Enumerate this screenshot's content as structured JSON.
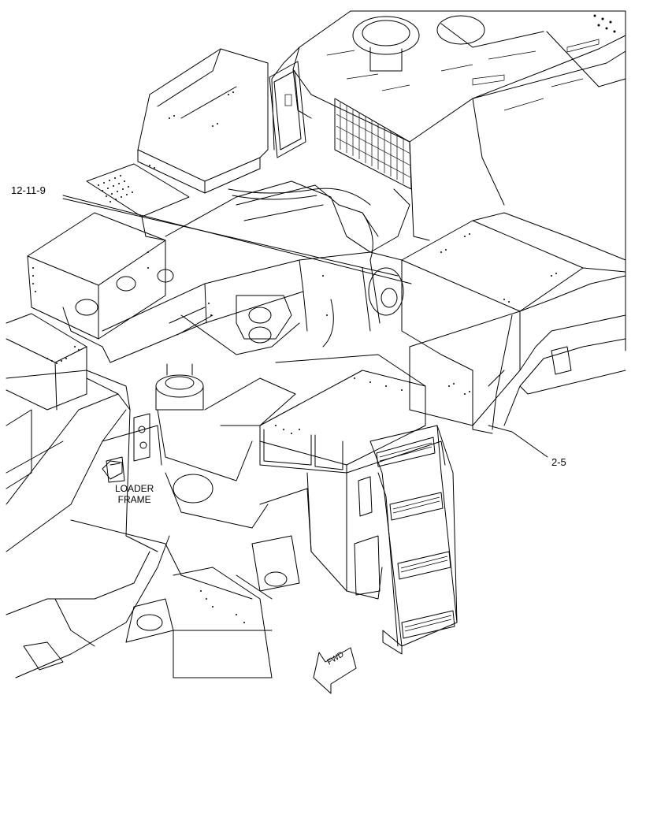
{
  "callouts": {
    "upper_left": "12-11-9",
    "lower_right": "2-5"
  },
  "labels": {
    "loader_frame_line1": "LOADER",
    "loader_frame_line2": "FRAME",
    "forward_arrow": "FWD"
  },
  "colors": {
    "line": "#000000",
    "background": "#ffffff"
  }
}
